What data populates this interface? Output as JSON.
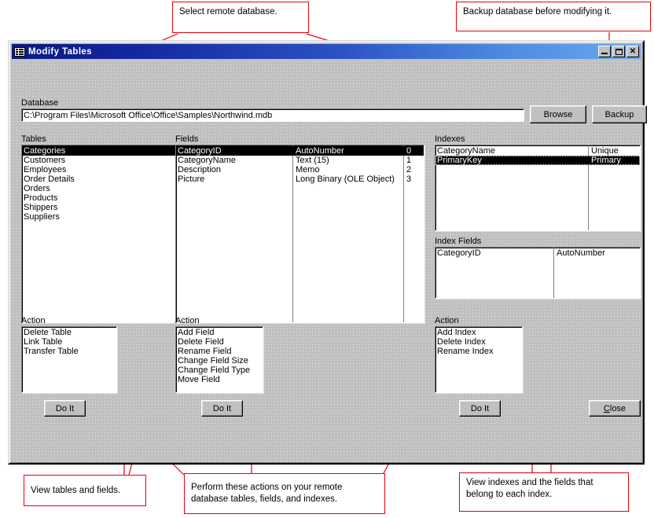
{
  "annotations": [
    {
      "id": "a1",
      "text": "Select remote database."
    },
    {
      "id": "a2",
      "text": "Backup database before modifying it."
    },
    {
      "id": "a3",
      "text": "View tables and fields."
    },
    {
      "id": "a4",
      "text": "Perform these actions on your remote database tables, fields, and indexes."
    },
    {
      "id": "a5",
      "text": "View indexes and the fields that belong to each index."
    }
  ],
  "window": {
    "title": "Modify Tables",
    "icon": "table-grid-icon",
    "controls": {
      "minimize": "_",
      "maximize": "□",
      "close": "✕"
    }
  },
  "database": {
    "label": "Database",
    "path": "C:\\Program Files\\Microsoft Office\\Office\\Samples\\Northwind.mdb",
    "browse_label": "Browse",
    "backup_label": "Backup"
  },
  "tables": {
    "label": "Tables",
    "items": [
      "Categories",
      "Customers",
      "Employees",
      "Order Details",
      "Orders",
      "Products",
      "Shippers",
      "Suppliers"
    ],
    "selected_index": 0
  },
  "fields": {
    "label": "Fields",
    "rows": [
      {
        "name": "CategoryID",
        "type": "AutoNumber",
        "pos": "0"
      },
      {
        "name": "CategoryName",
        "type": "Text (15)",
        "pos": "1"
      },
      {
        "name": "Description",
        "type": "Memo",
        "pos": "2"
      },
      {
        "name": "Picture",
        "type": "Long Binary (OLE Object)",
        "pos": "3"
      }
    ],
    "selected_index": 0
  },
  "indexes": {
    "label": "Indexes",
    "rows": [
      {
        "name": "CategoryName",
        "kind": "Unique"
      },
      {
        "name": "PrimaryKey",
        "kind": "Primary"
      }
    ],
    "selected_index": 1
  },
  "index_fields": {
    "label": "Index Fields",
    "rows": [
      {
        "name": "CategoryID",
        "type": "AutoNumber"
      }
    ]
  },
  "action_tables": {
    "label": "Action",
    "items": [
      "Delete Table",
      "Link Table",
      "Transfer Table"
    ],
    "do_it_label": "Do It"
  },
  "action_fields": {
    "label": "Action",
    "items": [
      "Add Field",
      "Delete Field",
      "Rename Field",
      "Change Field Size",
      "Change Field Type",
      "Move Field"
    ],
    "do_it_label": "Do It"
  },
  "action_indexes": {
    "label": "Action",
    "items": [
      "Add Index",
      "Delete Index",
      "Rename Index"
    ],
    "do_it_label": "Do It"
  },
  "close_button": {
    "prefix": "",
    "accel": "C",
    "suffix": "lose"
  },
  "colors": {
    "annotation": "#e8000a",
    "titlebar_start": "#0a1a80",
    "titlebar_end": "#68a8ef",
    "face": "#c0c0c0",
    "selection": "#000000"
  }
}
